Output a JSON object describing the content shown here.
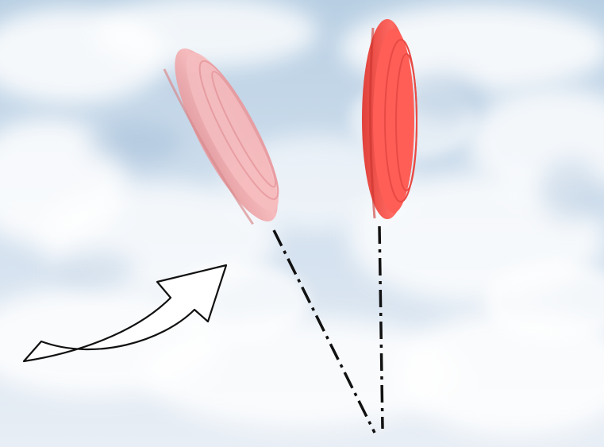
{
  "scene": {
    "background": "sky-with-clouds",
    "objects": [
      {
        "name": "tilted-clay-target",
        "state": "tilted",
        "color": "#f3a3a6",
        "opacity": 0.85
      },
      {
        "name": "upright-clay-target",
        "state": "upright",
        "color": "#ff5a55",
        "opacity": 1
      }
    ],
    "indicators": {
      "rotation_arrow_color": "#ffffff",
      "outline_color": "#111111",
      "axis_line_style": "dash-dot"
    }
  }
}
